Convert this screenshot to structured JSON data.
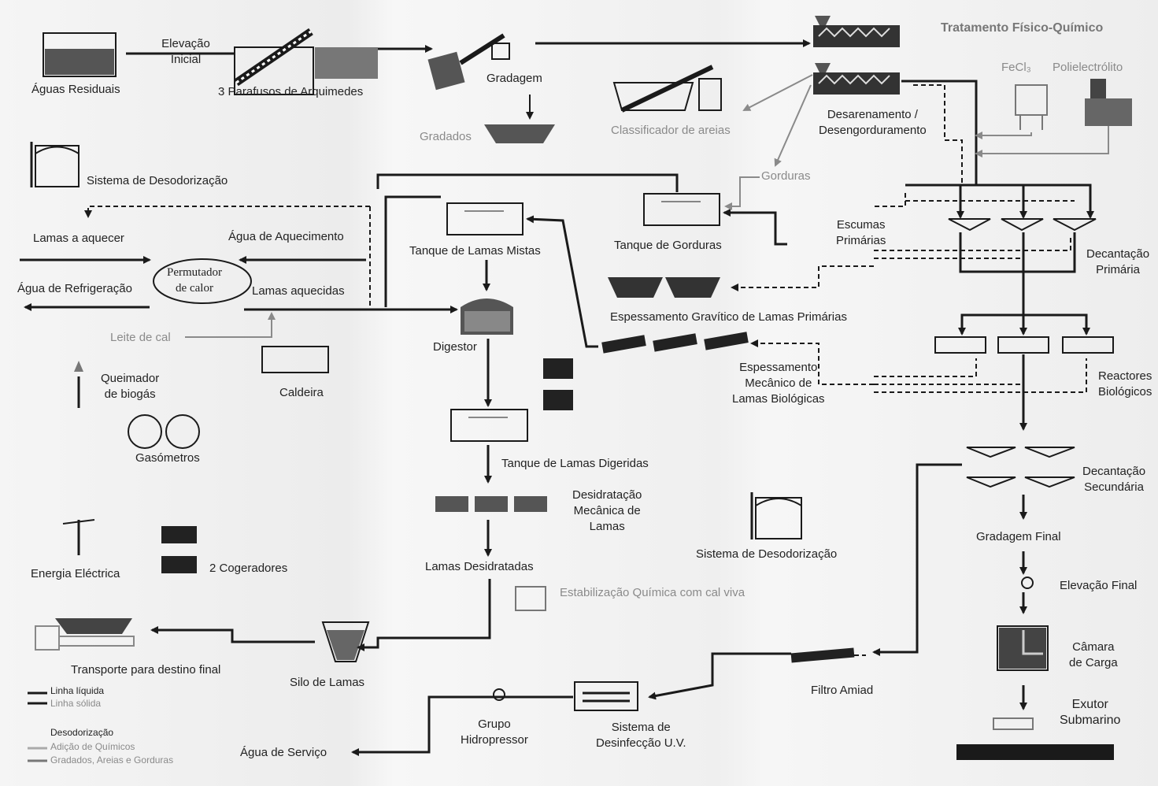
{
  "title": "Tratamento Físico-Químico",
  "labels": {
    "aguas_residuais": "Águas Residuais",
    "elevacao_inicial": "Elevação\nInicial",
    "parafusos": "3 Parafusos de Arquimedes",
    "gradagem": "Gradagem",
    "gradados": "Gradados",
    "classificador": "Classificador de areias",
    "desarenamento": "Desarenamento /\nDesengorduramento",
    "fecl3": "FeCl₃",
    "polielectrolito": "Polielectrólito",
    "sistema_desodorizacao": "Sistema de Desodorização",
    "gorduras": "Gorduras",
    "lamas_aquecer": "Lamas a aquecer",
    "agua_aquecimento": "Água de Aquecimento",
    "permutador": "Permutador\nde calor",
    "agua_refrigeracao": "Água de Refrigeração",
    "lamas_aquecidas": "Lamas aquecidas",
    "leite_cal": "Leite de cal",
    "tanque_lamas_mistas": "Tanque de  Lamas Mistas",
    "tanque_gorduras": "Tanque de  Gorduras",
    "escumas_primarias": "Escumas\nPrimárias",
    "decantacao_primaria": "Decantação\nPrimária",
    "espessamento_gravitico": "Espessamento Gravítico de Lamas Primárias",
    "digestor": "Digestor",
    "espessamento_mecanico": "Espessamento\nMecânico de\nLamas Biológicas",
    "reactores_biologicos": "Reactores\nBiológicos",
    "queimador": "Queimador\nde biogás",
    "caldeira": "Caldeira",
    "gasometros": "Gasómetros",
    "tanque_lamas_digeridas": "Tanque de  Lamas Digeridas",
    "desidratacao": "Desidratação\nMecânica de\nLamas",
    "decantacao_secundaria": "Decantação\nSecundária",
    "sistema_desodorizacao_2": "Sistema de Desodorização",
    "gradagem_final": "Gradagem Final",
    "energia_electrica": "Energia Eléctrica",
    "cogeradores": "2 Cogeradores",
    "lamas_desidratadas": "Lamas Desidratadas",
    "elevacao_final": "Elevação Final",
    "estabilizacao": "Estabilização Química com cal viva",
    "camara_carga": "Câmara\nde Carga",
    "transporte": "Transporte para destino final",
    "silo_lamas": "Silo de Lamas",
    "filtro_amiad": "Filtro Amiad",
    "exutor": "Exutor\nSubmarino",
    "grupo_hidropressor": "Grupo\nHidropressor",
    "sistema_desinfeccao": "Sistema de\nDesinfecção U.V.",
    "agua_servico": "Água de Serviço"
  },
  "legend": {
    "linha_liquida": "Linha líquida",
    "linha_solida": "Linha sólida",
    "desodorizacao": "Desodorização",
    "adicao_quimicos": "Adição de Químicos",
    "gradados_areias": "Gradados, Areias e Gorduras"
  },
  "colors": {
    "line": "#1a1a1a",
    "grey": "#8a8a8a",
    "fill_dark": "#3a3a3a"
  }
}
